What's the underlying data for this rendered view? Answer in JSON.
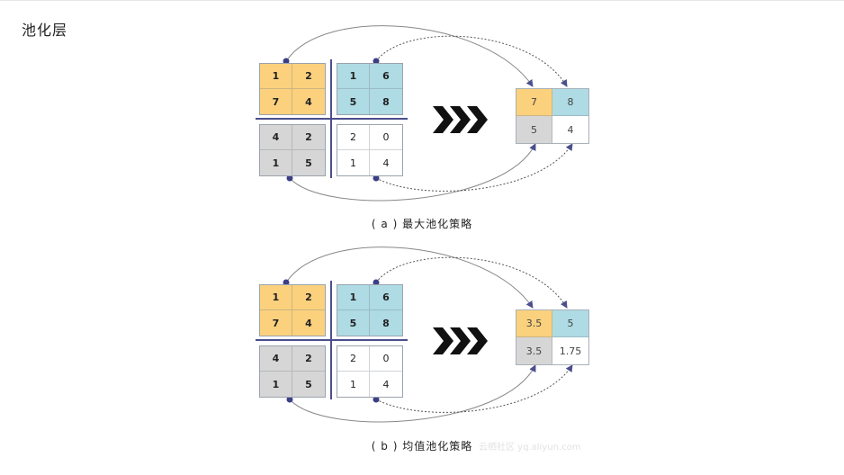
{
  "page": {
    "title": "池化层"
  },
  "colors": {
    "orange": "#fbd17d",
    "blue": "#aedbe4",
    "gray": "#d6d6d6",
    "line": "#4b4f8c",
    "chevron": "#111111"
  },
  "diagrams": [
    {
      "caption": "( a ) 最大池化策略",
      "input": {
        "top_left": [
          "1",
          "2",
          "7",
          "4"
        ],
        "top_right": [
          "1",
          "6",
          "5",
          "8"
        ],
        "bottom_left": [
          "4",
          "2",
          "1",
          "5"
        ],
        "bottom_right": [
          "2",
          "0",
          "1",
          "4"
        ]
      },
      "output": [
        "7",
        "8",
        "5",
        "4"
      ]
    },
    {
      "caption": "( b ) 均值池化策略",
      "input": {
        "top_left": [
          "1",
          "2",
          "7",
          "4"
        ],
        "top_right": [
          "1",
          "6",
          "5",
          "8"
        ],
        "bottom_left": [
          "4",
          "2",
          "1",
          "5"
        ],
        "bottom_right": [
          "2",
          "0",
          "1",
          "4"
        ]
      },
      "output": [
        "3.5",
        "5",
        "3.5",
        "1.75"
      ]
    }
  ],
  "watermark": "云栖社区 yq.aliyun.com"
}
